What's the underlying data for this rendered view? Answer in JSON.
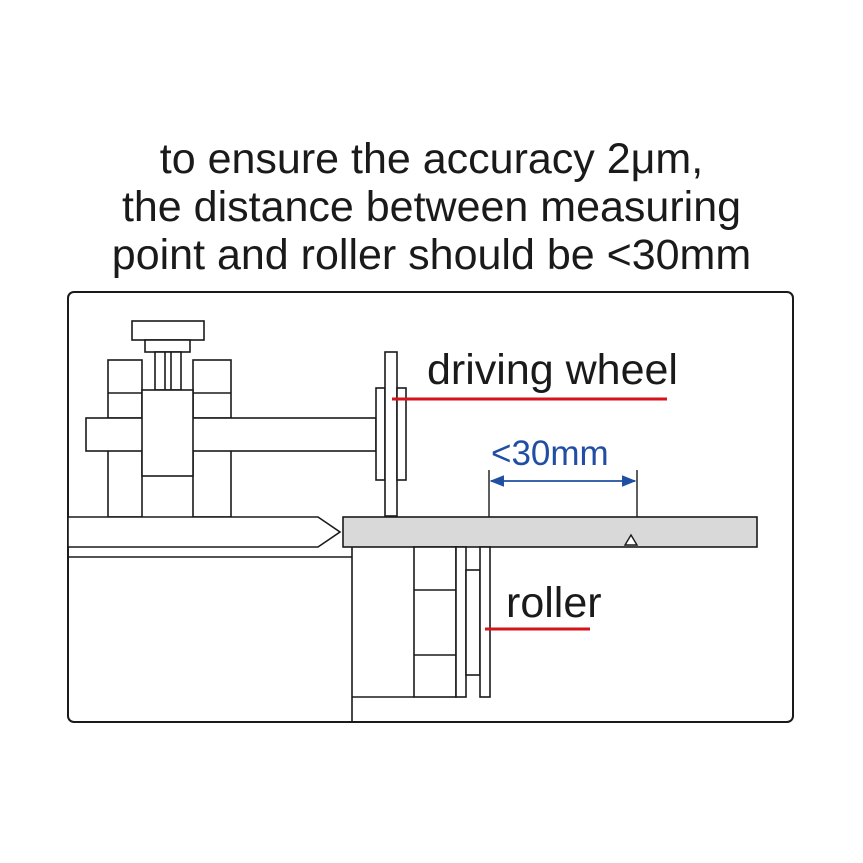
{
  "header": {
    "line1": "to ensure the accuracy 2μm,",
    "line2": "the distance between measuring",
    "line3": "point and roller should be <30mm"
  },
  "labels": {
    "driving_wheel": "driving wheel",
    "distance": "<30mm",
    "roller": "roller"
  },
  "colors": {
    "stroke": "#1a1a1a",
    "underline": "#d6131b",
    "dimension": "#1f4ea3",
    "workpiece_fill": "#d9d9d9"
  }
}
